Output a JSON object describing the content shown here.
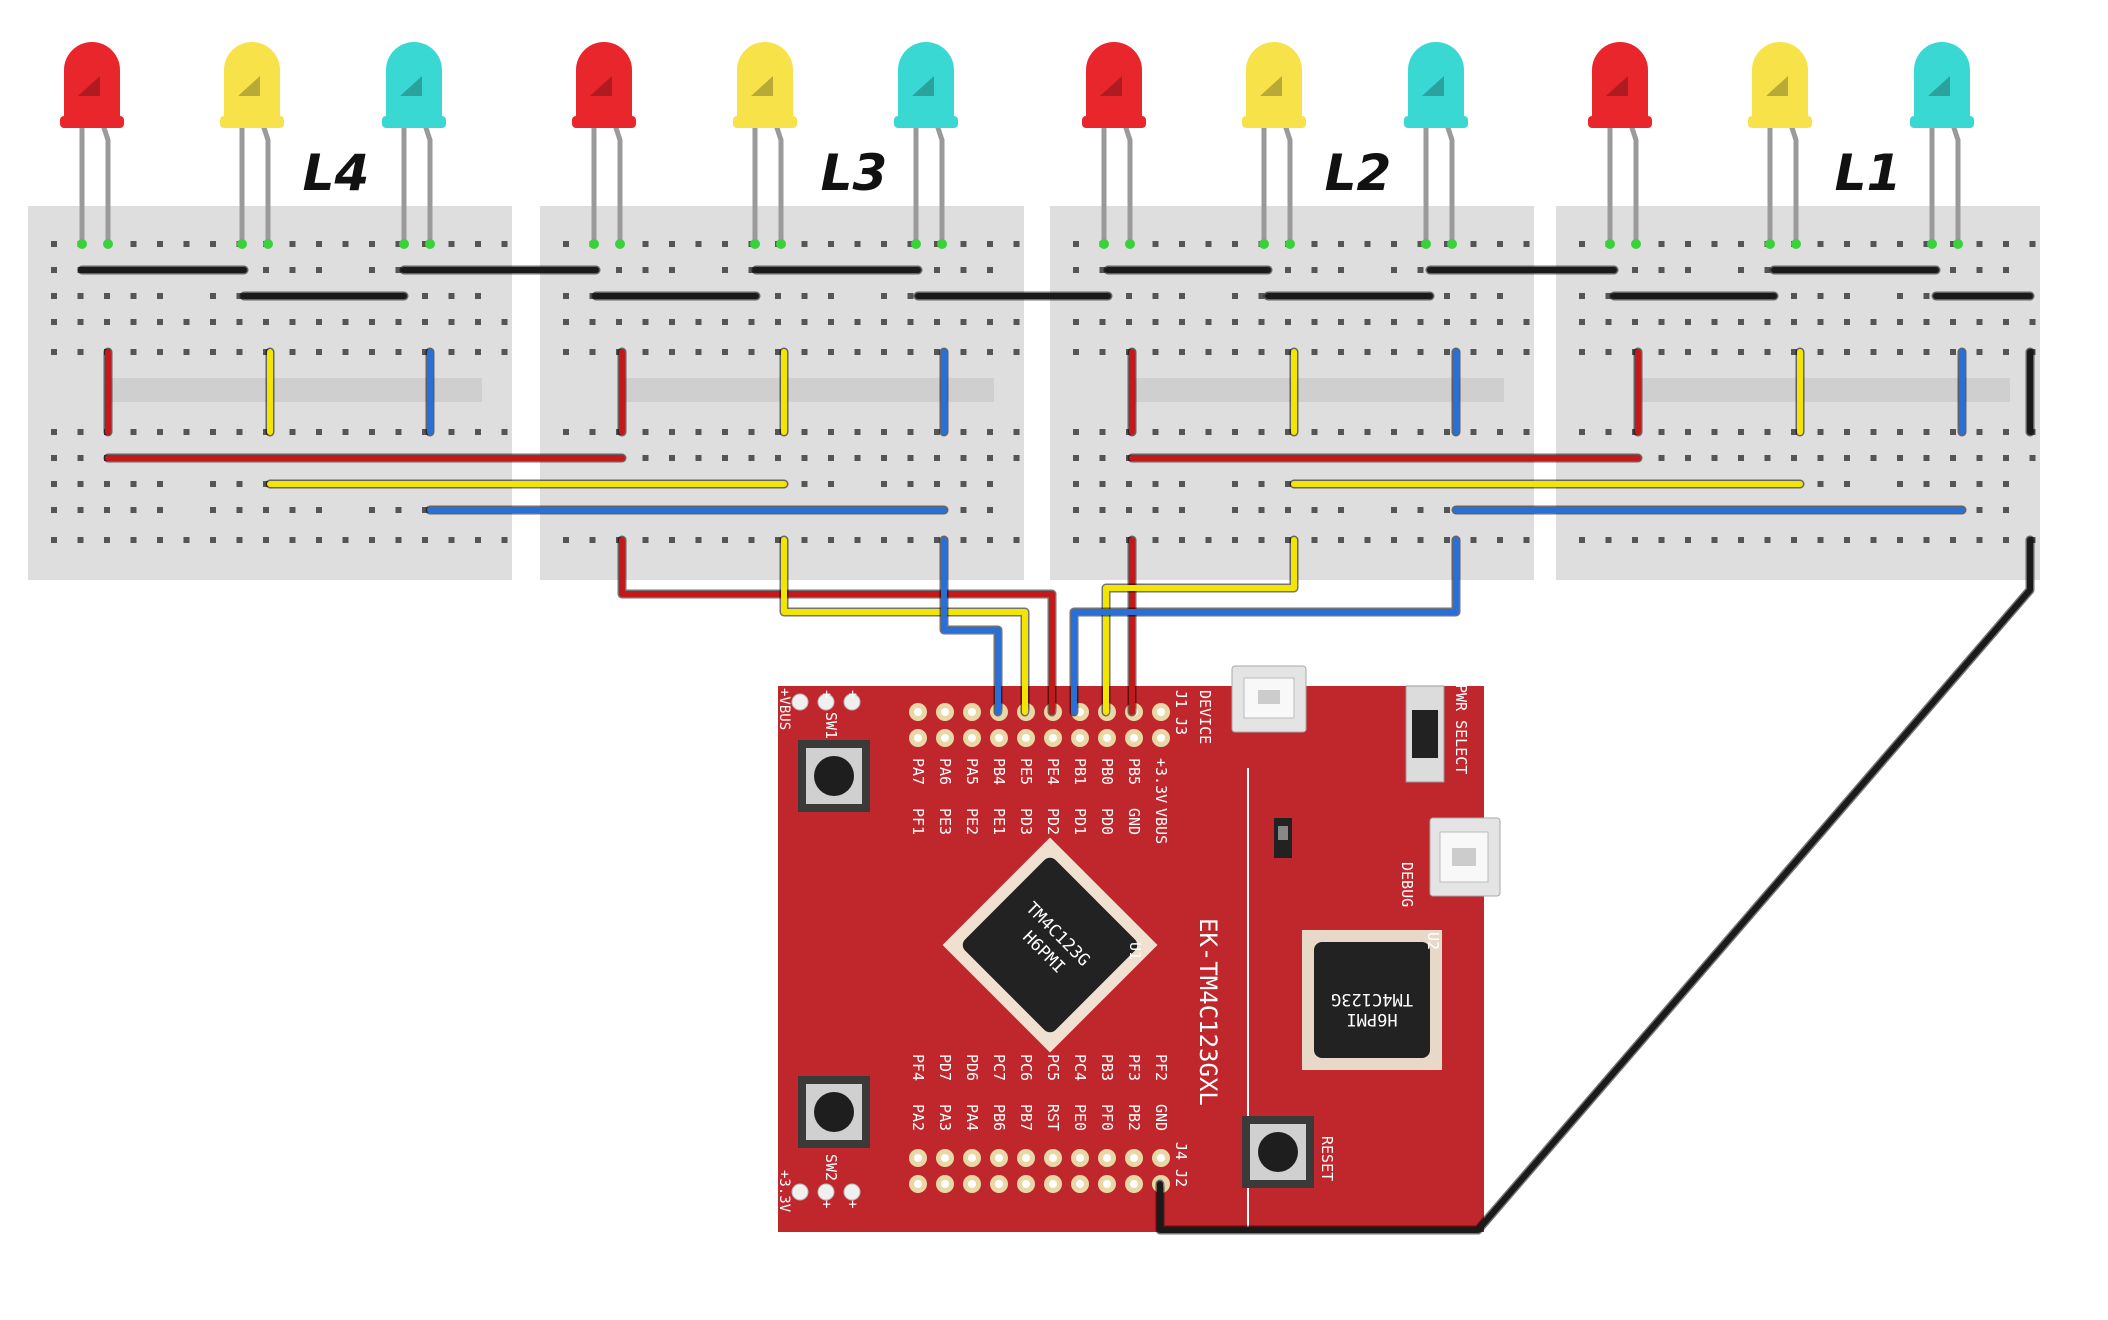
{
  "colors": {
    "red_led": "#e8262b",
    "yellow_led": "#f7e24a",
    "cyan_led": "#3ad8d2",
    "board": "#c0272d",
    "breadboard": "#dedede",
    "wire_red": "#c21a1a",
    "wire_yellow": "#f2e600",
    "wire_blue": "#2a6fd6",
    "wire_black": "#1a1a1a"
  },
  "led_groups": [
    {
      "label": "L4",
      "leds": [
        "red",
        "yellow",
        "cyan"
      ]
    },
    {
      "label": "L3",
      "leds": [
        "red",
        "yellow",
        "cyan"
      ]
    },
    {
      "label": "L2",
      "leds": [
        "red",
        "yellow",
        "cyan"
      ]
    },
    {
      "label": "L1",
      "leds": [
        "red",
        "yellow",
        "cyan"
      ]
    }
  ],
  "board": {
    "name": "EK-TM4C123GXL",
    "top_pins_row1": [
      "PA7",
      "PA6",
      "PA5",
      "PB4",
      "PE5",
      "PE4",
      "PB1",
      "PB0",
      "PB5",
      "+3.3V"
    ],
    "top_pins_row2": [
      "PF1",
      "PE3",
      "PE2",
      "PE1",
      "PD3",
      "PD2",
      "PD1",
      "PD0",
      "GND",
      "VBUS"
    ],
    "bottom_pins_row1": [
      "PF4",
      "PD7",
      "PD6",
      "PC7",
      "PC6",
      "PC5",
      "PC4",
      "PB3",
      "PF3",
      "PF2"
    ],
    "bottom_pins_row2": [
      "PA2",
      "PA3",
      "PA4",
      "PB6",
      "PB7",
      "RST",
      "PE0",
      "PF0",
      "PB2",
      "GND"
    ],
    "header_top": "J1 J3",
    "header_bottom": "J4 J2",
    "left_top": "+VBUS",
    "left_bottom": "+3.3V",
    "plus_sign": "+",
    "sw1": "SW1",
    "sw2": "SW2",
    "device": "DEVICE",
    "pwr_select": "PWR SELECT",
    "debug": "DEBUG",
    "reset": "RESET",
    "u1": "U1",
    "u2": "U2",
    "chip_line1": "TM4C123G",
    "chip_line2": "H6PMI"
  }
}
